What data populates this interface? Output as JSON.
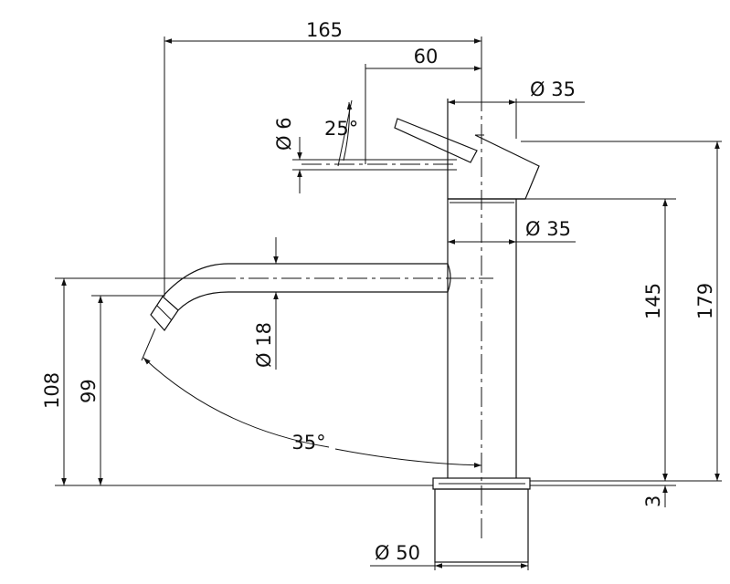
{
  "drawing": {
    "overall_width": "165",
    "lever_offset": "60",
    "lever_cap_diameter": "Ø 35",
    "lever_diameter": "Ø 6",
    "lever_angle": "25°",
    "body_diameter": "Ø 35",
    "spout_diameter": "Ø 18",
    "spout_swivel_angle": "35°",
    "height_to_spout_top": "108",
    "height_to_outlet": "99",
    "body_height": "145",
    "overall_height": "179",
    "base_thickness": "3",
    "base_diameter": "Ø 50"
  }
}
